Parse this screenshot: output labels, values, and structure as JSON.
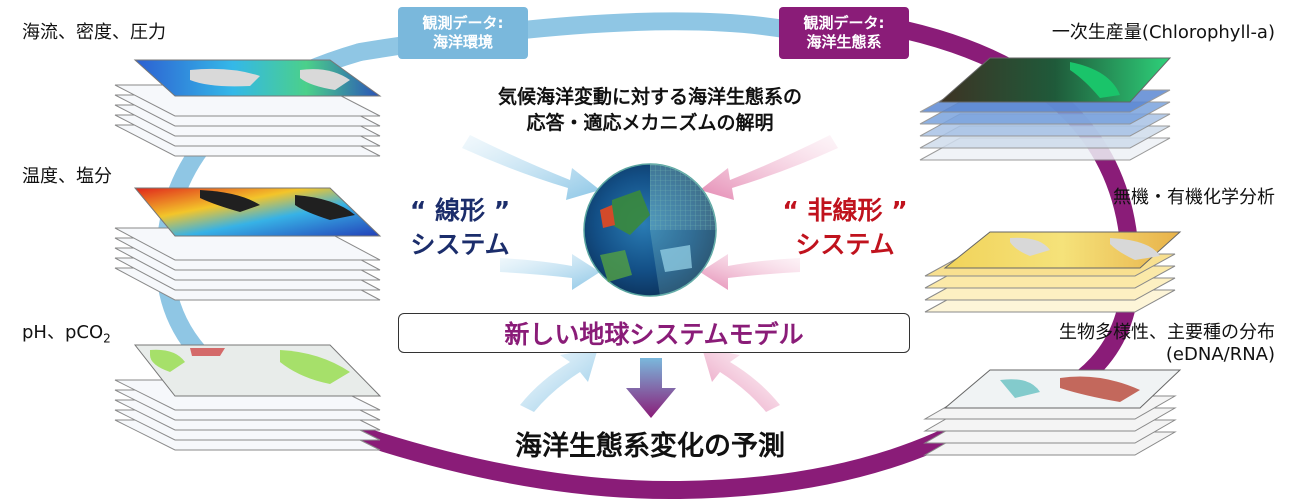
{
  "left_labels": {
    "currents": "海流、密度、圧力",
    "temp_salinity": "温度、塩分",
    "ph_prefix": "pH、pCO",
    "ph_sub": "2"
  },
  "right_labels": {
    "chlorophyll": "一次生産量(Chlorophyll-a)",
    "chem": "無機・有機化学分析",
    "biodiversity": "生物多様性、主要種の分布",
    "edna": "(eDNA/RNA)"
  },
  "tags": {
    "left_line1": "観測データ:",
    "left_line2": "海洋環境",
    "right_line1": "観測データ:",
    "right_line2": "海洋生態系"
  },
  "center": {
    "title_line1": "気候海洋変動に対する海洋生態系の",
    "title_line2": "応答・適応メカニズムの解明",
    "linear_line1": "“ 線形 ”",
    "linear_line2": "システム",
    "nonlinear_line1": "“ 非線形 ”",
    "nonlinear_line2": "システム",
    "model": "新しい地球システムモデル",
    "prediction": "海洋生態系変化の予測"
  },
  "colors": {
    "blue_arc": "#8fc6e4",
    "purple_arc": "#8a1c78",
    "linear_text": "#1b2d6b",
    "nonlinear_text": "#c0121d",
    "model_text": "#8a1c78"
  }
}
